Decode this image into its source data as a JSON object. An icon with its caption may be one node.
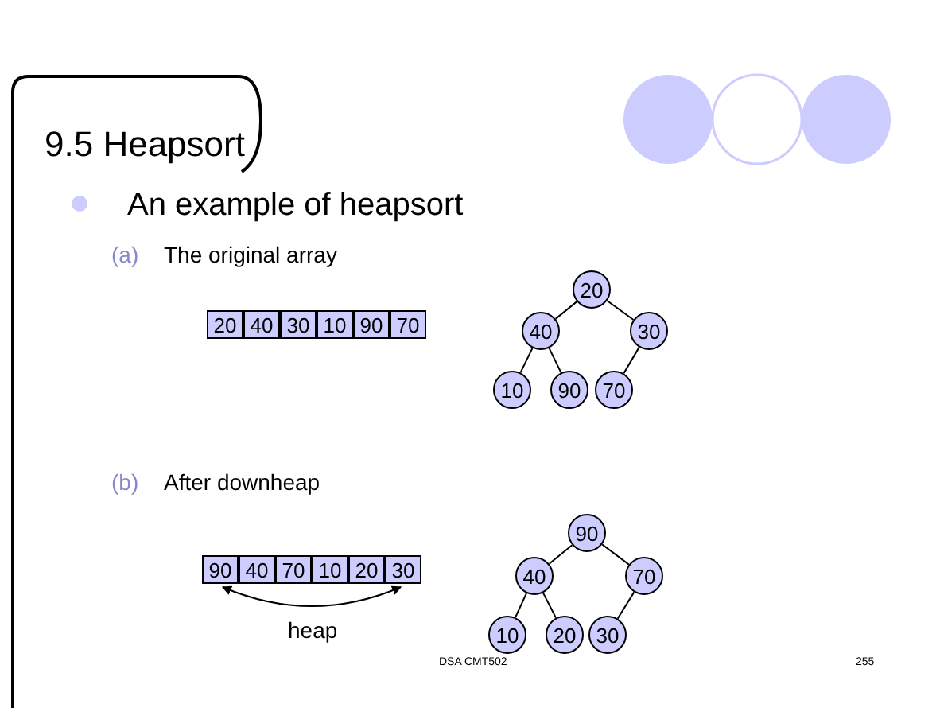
{
  "diagram": {
    "title": "9.5 Heapsort",
    "nodes": [
      {
        "text": [
          "20"
        ]
      },
      {
        "text": [
          "40"
        ]
      },
      {
        "text": [
          "30"
        ]
      },
      {
        "text": [
          "10"
        ]
      },
      {
        "text": [
          "90"
        ]
      },
      {
        "text": [
          "70"
        ]
      },
      {
        "text": [
          "90"
        ]
      },
      {
        "text": [
          "40"
        ]
      },
      {
        "text": [
          "70"
        ]
      },
      {
        "text": [
          "10"
        ]
      },
      {
        "text": [
          "20"
        ]
      },
      {
        "text": [
          "30"
        ]
      }
    ],
    "edges": [
      {
        "from": 0,
        "to": 1,
        "arrow": "none"
      },
      {
        "from": 0,
        "to": 2,
        "arrow": "none"
      },
      {
        "from": 1,
        "to": 3,
        "arrow": "none"
      },
      {
        "from": 1,
        "to": 4,
        "arrow": "none"
      },
      {
        "from": 2,
        "to": 5,
        "arrow": "none"
      },
      {
        "from": 6,
        "to": 7,
        "arrow": "none"
      },
      {
        "from": 6,
        "to": 8,
        "arrow": "none"
      },
      {
        "from": 7,
        "to": 9,
        "arrow": "none"
      },
      {
        "from": 7,
        "to": 10,
        "arrow": "none"
      },
      {
        "from": 8,
        "to": 11,
        "arrow": "none"
      }
    ],
    "labels": [
      "An example of heapsort",
      "(a)",
      "The original array",
      "20",
      "40",
      "30",
      "10",
      "90",
      "70",
      "(b)",
      "After downheap",
      "90",
      "40",
      "70",
      "10",
      "20",
      "30",
      "heap",
      "DSA CMT502",
      "255"
    ]
  }
}
